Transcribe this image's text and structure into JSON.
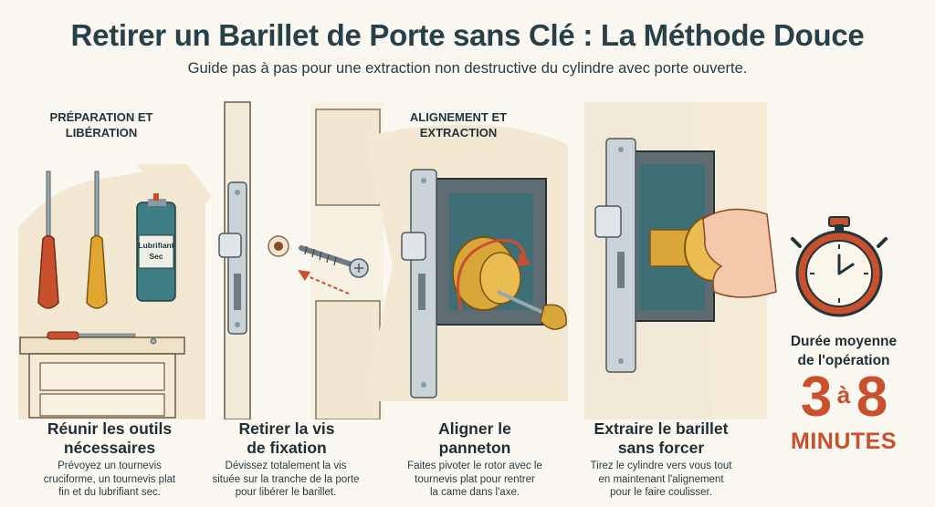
{
  "header": {
    "title": "Retirer un Barillet de Porte sans Clé : La Méthode Douce",
    "subtitle": "Guide pas à pas pour une extraction non destructive du cylindre avec porte ouverte."
  },
  "sections": {
    "preparation_label": "PRÉPARATION ET LIBÉRATION",
    "alignment_label": "ALIGNEMENT ET EXTRACTION"
  },
  "illustration": {
    "spray_label_line1": "Lubrifiant",
    "spray_label_line2": "Sec"
  },
  "steps": [
    {
      "title_line1": "Réunir les outils",
      "title_line2": "nécessaires",
      "desc_line1": "Prévoyez un tournevis",
      "desc_line2": "cruciforme, un tournevis plat",
      "desc_line3": "fin et du lubrifiant sec."
    },
    {
      "title_line1": "Retirer la vis",
      "title_line2": "de fixation",
      "desc_line1": "Dévissez totalement la vis",
      "desc_line2": "située sur la tranche de la porte",
      "desc_line3": "pour libérer le barillet."
    },
    {
      "title_line1": "Aligner le",
      "title_line2": "panneton",
      "desc_line1": "Faites pivoter le rotor avec le",
      "desc_line2": "tournevis plat pour rentrer",
      "desc_line3": "la came dans l'axe."
    },
    {
      "title_line1": "Extraire le barillet",
      "title_line2": "sans forcer",
      "desc_line1": "Tirez le cylindre vers vous tout",
      "desc_line2": "en maintenant l'alignement",
      "desc_line3": "pour le faire coulisser."
    }
  ],
  "duration": {
    "label_line1": "Durée moyenne",
    "label_line2": "de l'opération",
    "min": "3",
    "connector": "à",
    "max": "8",
    "unit": "MINUTES"
  },
  "colors": {
    "accent": "#c8502d",
    "title": "#28404a",
    "brass": "#d9a63a",
    "metal": "#c9d3d8",
    "wood": "#f1e6cf"
  }
}
